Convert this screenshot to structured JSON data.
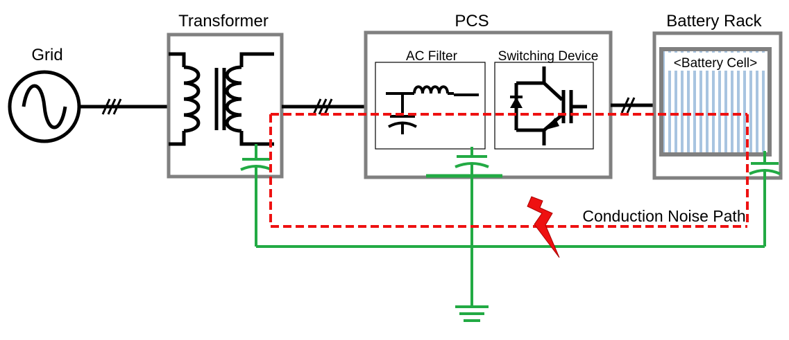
{
  "labels": {
    "grid": "Grid",
    "transformer": "Transformer",
    "pcs": "PCS",
    "battery_rack": "Battery Rack",
    "ac_filter": "AC Filter",
    "switching_device": "Switching Device",
    "battery_cell": "<Battery Cell>",
    "noise_path": "Conduction Noise Path"
  },
  "colors": {
    "wire": "#000000",
    "box_border": "#808080",
    "ground_path": "#22aa44",
    "noise_path": "#ee1111",
    "lightning": "#ee1111",
    "cell_stripe": "#a8c4e0"
  },
  "icons": [
    "ac-source-icon",
    "transformer-coils-icon",
    "inductor-icon",
    "capacitor-icon",
    "igbt-switch-icon",
    "diode-icon",
    "ground-icon",
    "lightning-icon"
  ]
}
